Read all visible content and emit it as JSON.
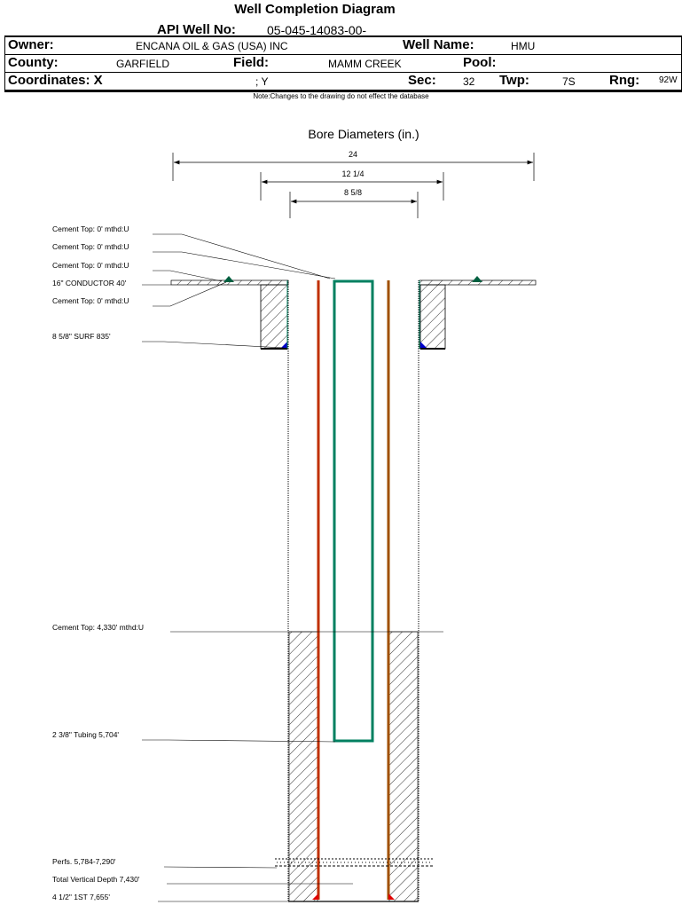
{
  "title": "Well Completion Diagram",
  "header": {
    "api_label": "API Well No:",
    "api_value": "05-045-14083-00-",
    "owner_label": "Owner:",
    "owner_value": "ENCANA OIL & GAS (USA) INC",
    "well_name_label": "Well Name:",
    "well_name_value": "HMU",
    "county_label": "County:",
    "county_value": "GARFIELD",
    "field_label": "Field:",
    "field_value": "MAMM CREEK",
    "pool_label": "Pool:",
    "pool_value": "",
    "coordinates_label": "Coordinates: X",
    "coordinates_y": "; Y",
    "sec_label": "Sec:",
    "sec_value": "32",
    "twp_label": "Twp:",
    "twp_value": "7S",
    "rng_label": "Rng:",
    "rng_value": "92W"
  },
  "note": "Note:Changes to the drawing do not effect the database",
  "diagram": {
    "bore_title": "Bore Diameters (in.)",
    "bore_diameters": [
      "24",
      "12 1/4",
      "8 5/8"
    ],
    "labels": [
      "Cement Top: 0' mthd:U",
      "Cement Top: 0' mthd:U",
      "Cement Top: 0' mthd:U",
      "16\" CONDUCTOR  40'",
      "Cement Top: 0' mthd:U",
      "8 5/8\" SURF       835'",
      "Cement Top: 4,330' mthd:U",
      "2 3/8\" Tubing 5,704'",
      "Perfs. 5,784-7,290'",
      "Total Vertical Depth 7,430'",
      "4 1/2\" 1ST        7,655'"
    ],
    "colors": {
      "production_casing": "#c03000",
      "production_casing_right": "#a05000",
      "tubing": "#008060",
      "surface_cement_marker": "#0000cc",
      "conductor_marker": "#006040"
    }
  }
}
